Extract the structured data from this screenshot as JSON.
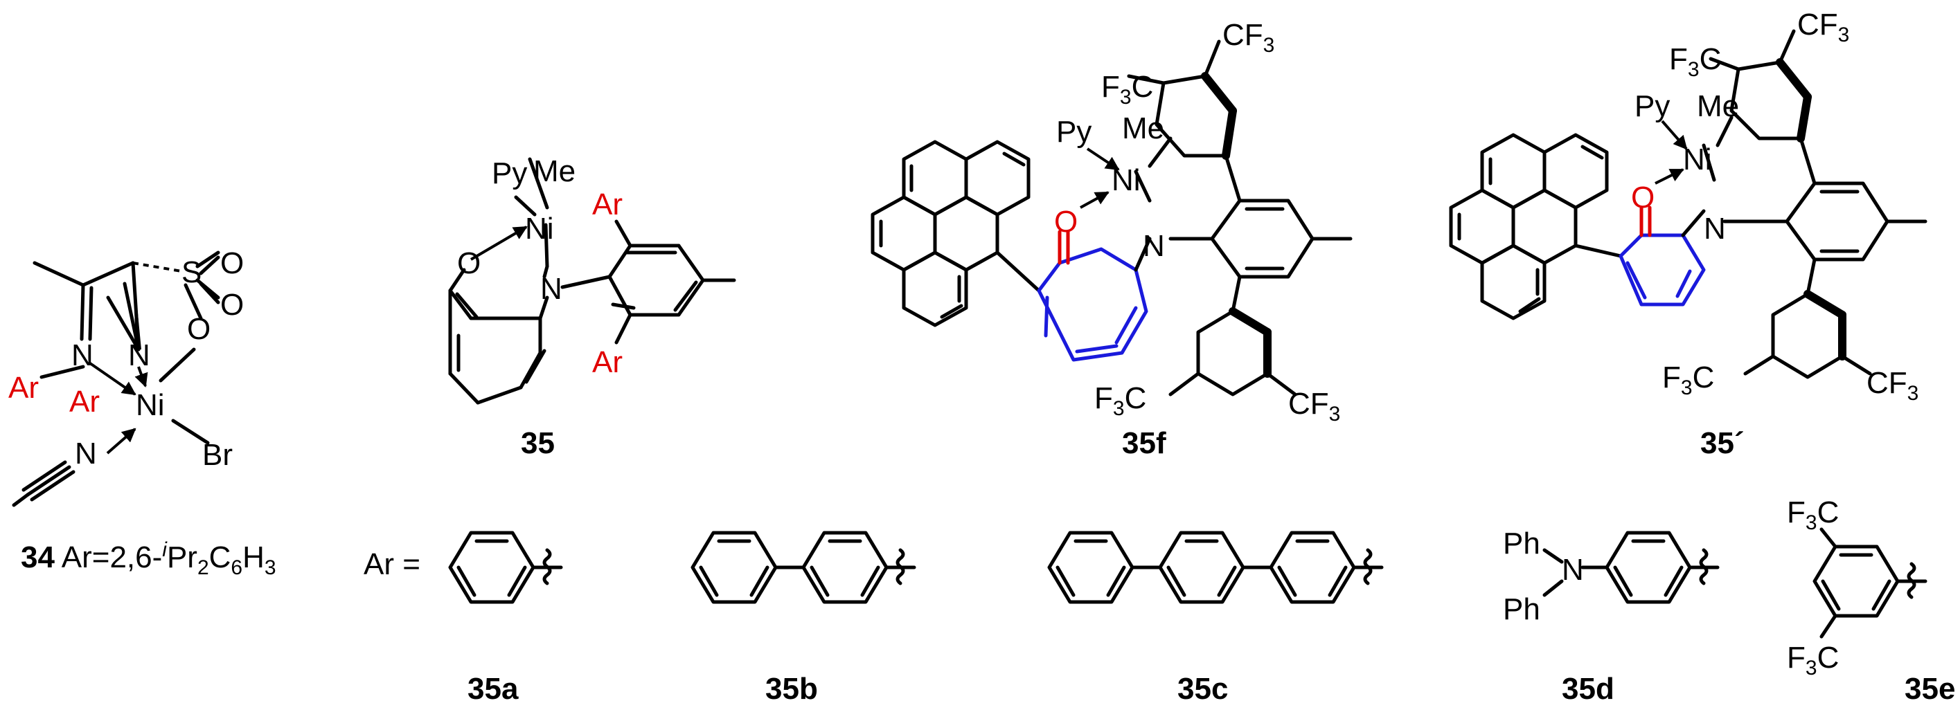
{
  "compounds": {
    "c34": {
      "number": "34",
      "definition": "Ar=2,6-",
      "prefix_sup": "i",
      "pr": "Pr",
      "sub2": "2",
      "c": "C",
      "sub6": "6",
      "h": "H",
      "sub3": "3"
    },
    "c35": {
      "number": "35"
    },
    "c35f": {
      "number": "35f"
    },
    "c35prime": {
      "number": "35´"
    }
  },
  "atoms": {
    "ni": "Ni",
    "n": "N",
    "o": "O",
    "s": "S",
    "br": "Br",
    "py": "Py",
    "me": "Me",
    "ar": "Ar",
    "ph": "Ph",
    "f3c_f": "F",
    "f3c_3": "3",
    "f3c_c": "C",
    "cf3_c": "CF",
    "cf3_3": "3"
  },
  "ar_legend": {
    "label": "Ar =",
    "items": [
      "35a",
      "35b",
      "35c",
      "35d",
      "35e"
    ]
  },
  "colors": {
    "highlight_red": "#e00000",
    "ring_blue": "#1a1adc",
    "ink": "#000000"
  }
}
